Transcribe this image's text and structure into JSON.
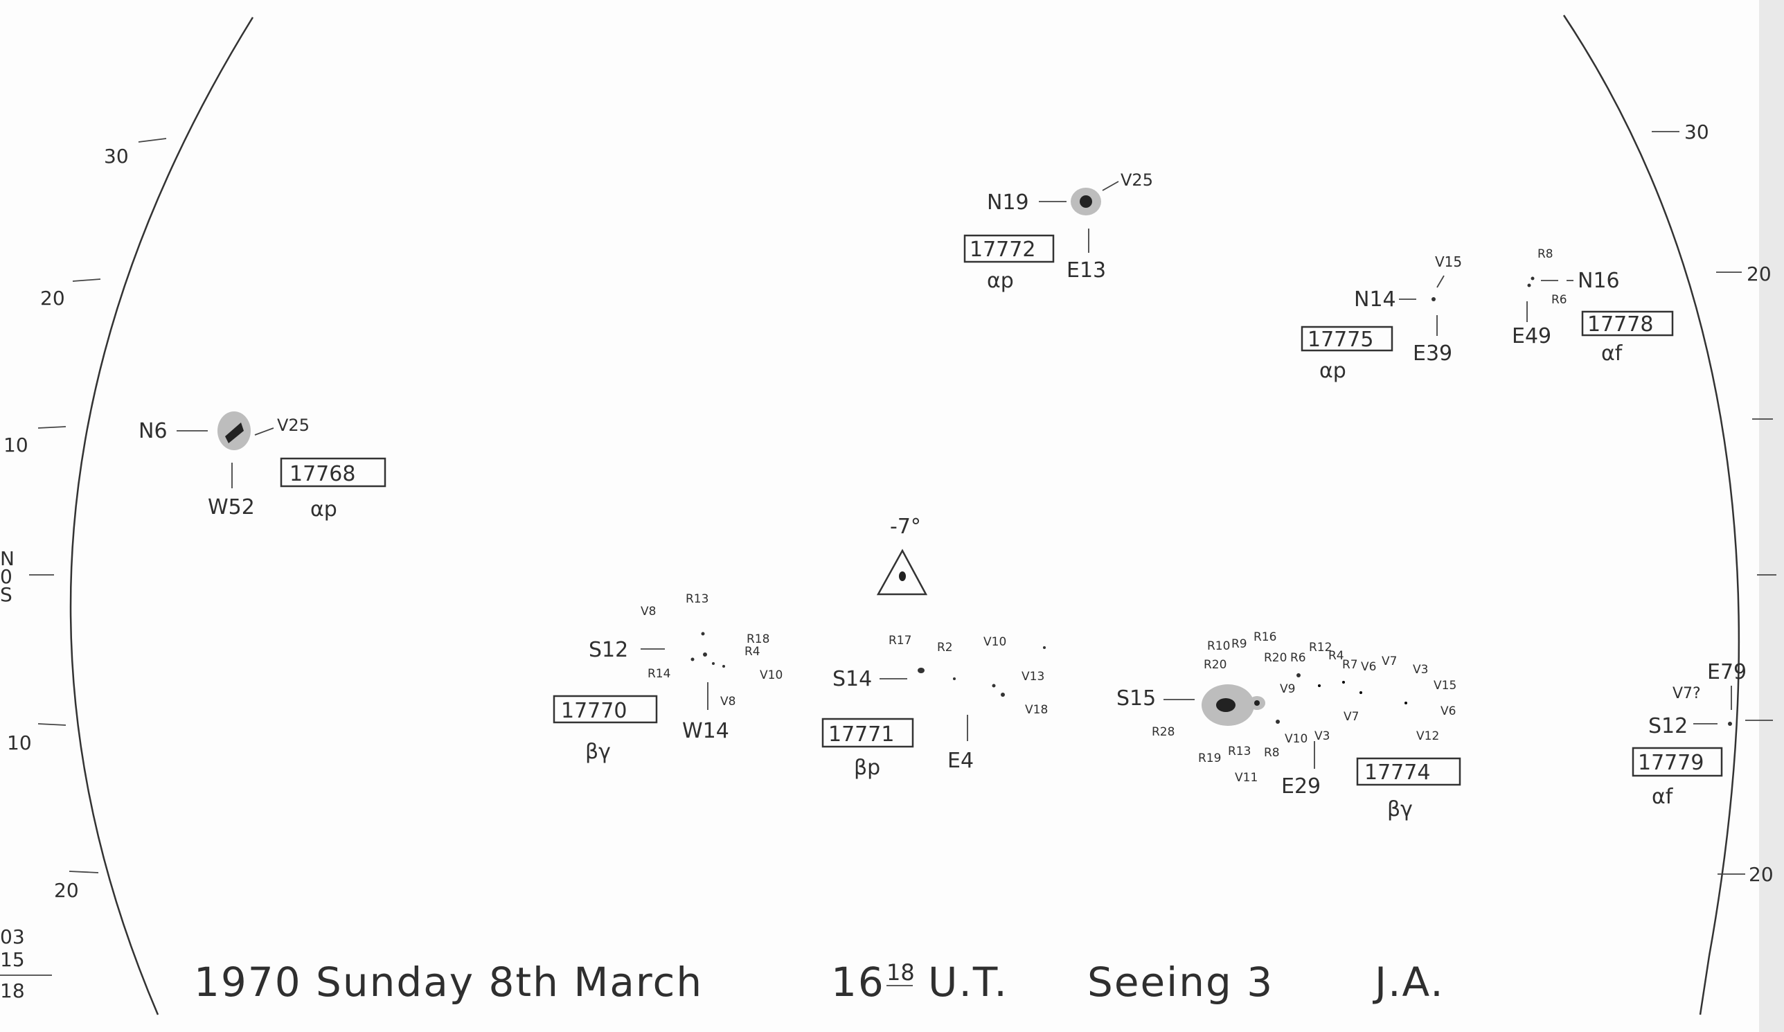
{
  "disc_scale": {
    "left_ticks": [
      "30",
      "20",
      "10",
      "N",
      "0",
      "S",
      "10",
      "20"
    ],
    "right_ticks": [
      "30",
      "20",
      "20"
    ]
  },
  "corner_numbers": [
    "03",
    "15",
    "18"
  ],
  "marker": {
    "label": "-7°"
  },
  "groups": [
    {
      "id": "17768",
      "class": "αp",
      "lat": "N6",
      "lon": "W52",
      "notes": [
        "V25"
      ]
    },
    {
      "id": "17772",
      "class": "αp",
      "lat": "N19",
      "lon": "E13",
      "notes": [
        "V25"
      ]
    },
    {
      "id": "17775",
      "class": "αp",
      "lat": "N14",
      "lon": "E39",
      "notes": [
        "V15"
      ]
    },
    {
      "id": "17778",
      "class": "αf",
      "lat": "N16",
      "lon": "E49",
      "notes": [
        "R8",
        "R6"
      ]
    },
    {
      "id": "17770",
      "class": "βγ",
      "lat": "S12",
      "lon": "W14",
      "notes": [
        "V8",
        "R13",
        "R18",
        "R4",
        "R14",
        "V10",
        "V8"
      ]
    },
    {
      "id": "17771",
      "class": "βp",
      "lat": "S14",
      "lon": "E4",
      "notes": [
        "R17",
        "R2",
        "V10",
        "V13",
        "V18"
      ]
    },
    {
      "id": "17774",
      "class": "βγ",
      "lat": "S15",
      "lon": "E29",
      "notes": [
        "R10",
        "R9",
        "R16",
        "R20",
        "R20",
        "R6",
        "R12",
        "R4",
        "R7",
        "V6",
        "V7",
        "V3",
        "V15",
        "V6",
        "V12",
        "V7",
        "V9",
        "V10",
        "V3",
        "R28",
        "R19",
        "R13",
        "R8",
        "V11"
      ]
    },
    {
      "id": "17779",
      "class": "αf",
      "lat": "S12",
      "lon": "E79",
      "notes": [
        "V7?"
      ]
    }
  ],
  "footer": {
    "date": "1970 Sunday 8th March",
    "time_hour": "16",
    "time_min": "18",
    "time_unit": "U.T.",
    "seeing": "Seeing 3",
    "observer": "J.A."
  }
}
